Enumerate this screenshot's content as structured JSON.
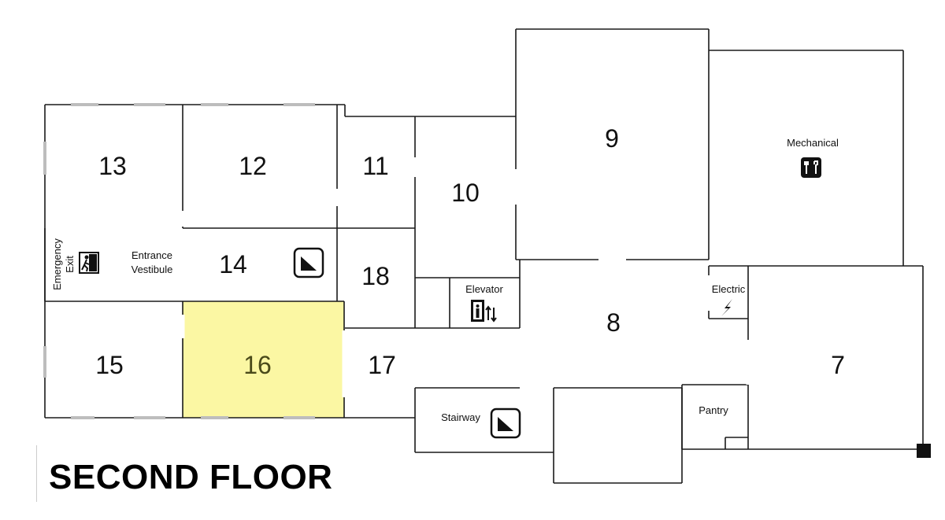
{
  "floor_title": "SECOND FLOOR",
  "highlight_color": "#fbf7a3",
  "rooms": {
    "r7": "7",
    "r8": "8",
    "r9": "9",
    "r10": "10",
    "r11": "11",
    "r12": "12",
    "r13": "13",
    "r14": "14",
    "r15": "15",
    "r16": "16",
    "r17": "17",
    "r18": "18"
  },
  "labels": {
    "mechanical": "Mechanical",
    "electric": "Electric",
    "elevator": "Elevator",
    "stairway": "Stairway",
    "pantry": "Pantry",
    "entrance_line1": "Entrance",
    "entrance_line2": "Vestibule",
    "emergency_line1": "Emergency",
    "emergency_line2": "Exit"
  },
  "highlighted_room": "16",
  "icons": [
    "stairs-icon",
    "emergency-exit-icon",
    "elevator-icon",
    "electric-icon",
    "mechanical-tools-icon"
  ]
}
